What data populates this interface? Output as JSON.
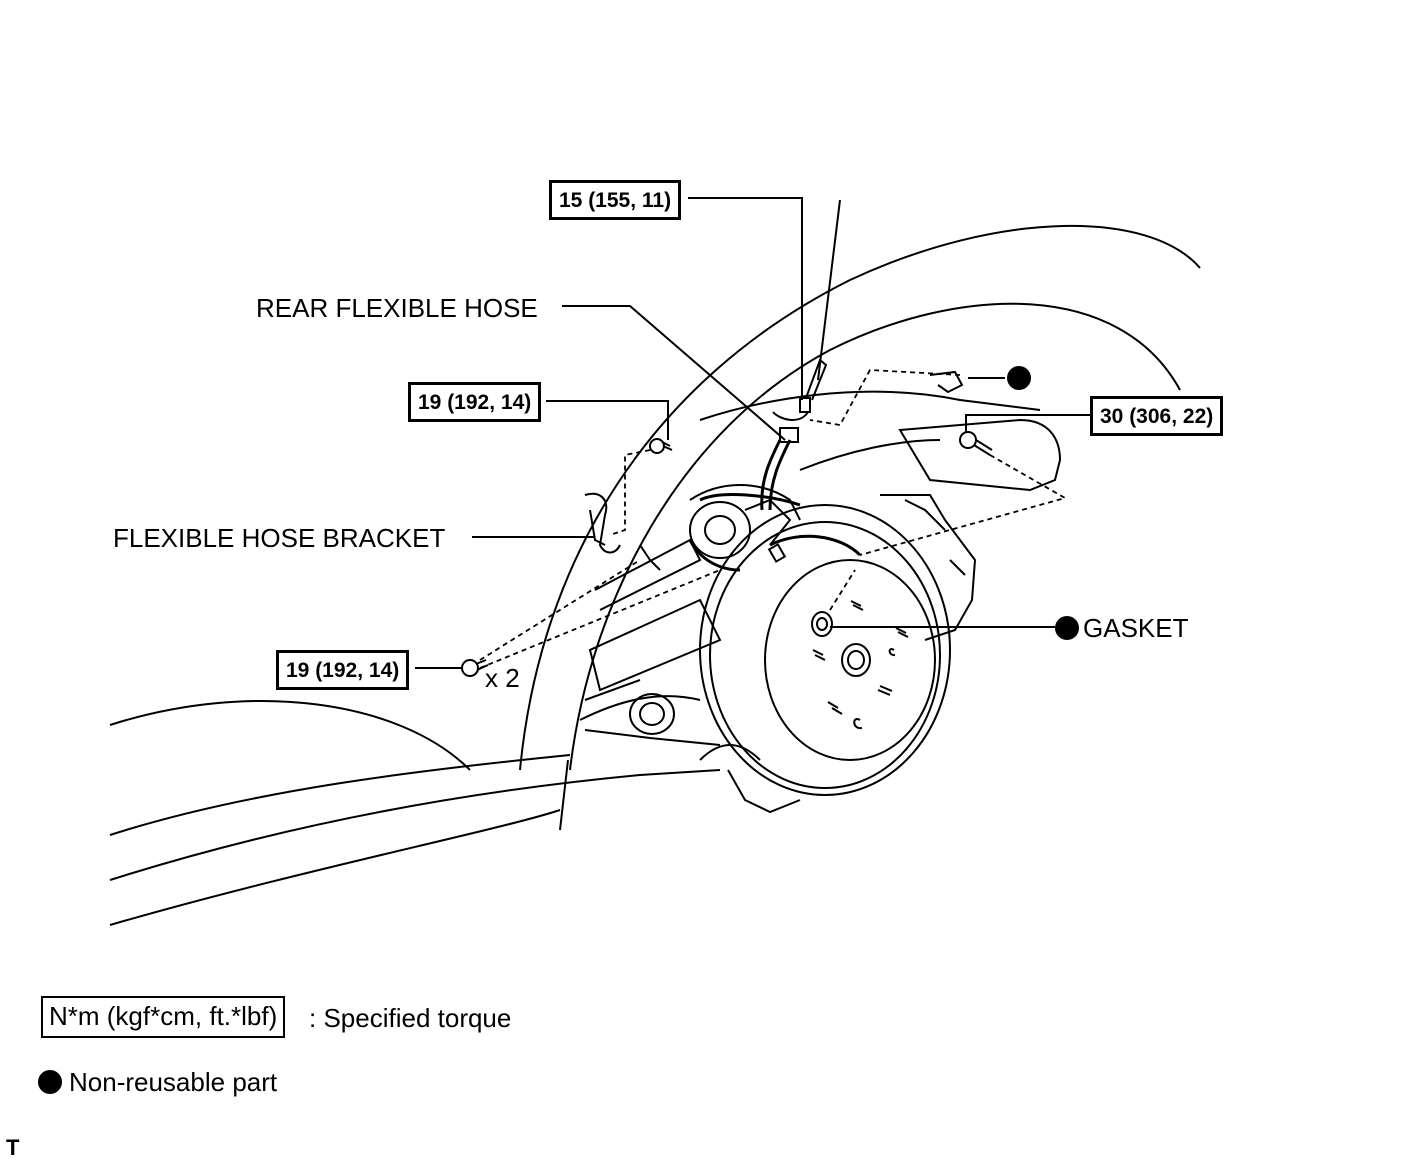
{
  "torque_specs": [
    {
      "id": "hose_union",
      "value": "15 (155, 11)"
    },
    {
      "id": "bracket_upper",
      "value": "19 (192, 14)"
    },
    {
      "id": "bracket_lower",
      "value": "19 (192, 14)"
    },
    {
      "id": "caliper",
      "value": "30 (306, 22)"
    }
  ],
  "callouts": {
    "rear_flexible_hose": "REAR FLEXIBLE HOSE",
    "flexible_hose_bracket": "FLEXIBLE HOSE BRACKET",
    "gasket": "GASKET",
    "quantity": "x 2"
  },
  "legend": {
    "torque_unit": "N*m (kgf*cm, ft.*lbf)",
    "torque_desc": ": Specified torque",
    "nonreusable": "Non-reusable part"
  },
  "corner_mark": "T"
}
